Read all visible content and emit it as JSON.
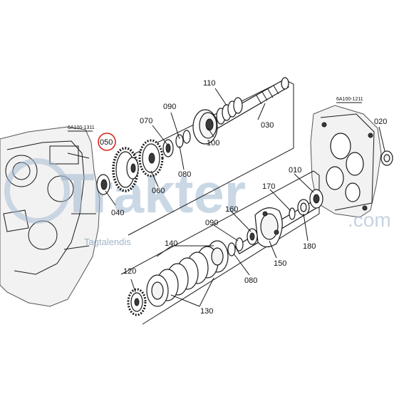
{
  "watermark": {
    "brand": "Trakter",
    "domain": ".com",
    "subtitle": "Tagtalendis"
  },
  "reference_labels": {
    "left_housing": "6A100-1311",
    "right_housing": "6A100-1211"
  },
  "highlight_color": "#d9261c",
  "part_labels": {
    "p010": "010",
    "p020": "020",
    "p030": "030",
    "p040": "040",
    "p050": "050",
    "p060": "060",
    "p070": "070",
    "p080a": "080",
    "p080b": "080",
    "p090a": "090",
    "p090b": "090",
    "p100": "100",
    "p110": "110",
    "p120": "120",
    "p130": "130",
    "p140": "140",
    "p150": "150",
    "p160": "160",
    "p170": "170",
    "p180": "180"
  }
}
